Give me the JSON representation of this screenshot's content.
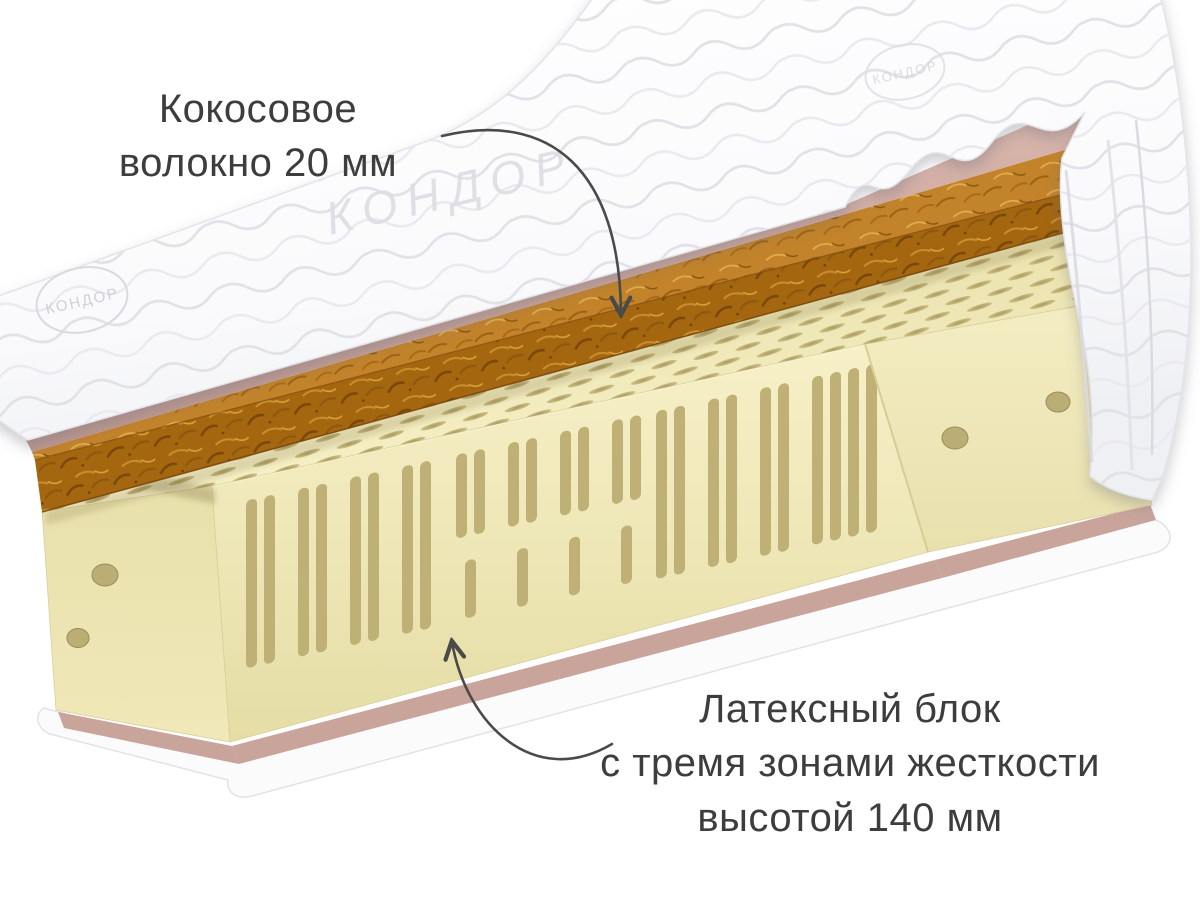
{
  "page": {
    "background": "#ffffff"
  },
  "annotations": {
    "coconut": {
      "line1": "Кокосовое",
      "line2": "волокно 20 мм"
    },
    "latex": {
      "line1": "Латексный блок",
      "line2": "с тремя зонами жесткости",
      "line3": "высотой 140 мм"
    }
  },
  "brand": {
    "watermark": "КОНДОР"
  },
  "colors": {
    "text": "#3d3d3d",
    "arrow": "#4a4a4a",
    "quilt_white": "#ffffff",
    "quilt_stitch": "#e2e2e9",
    "felt_pink": "#c8a49b",
    "coconut_front": "#a4660f",
    "coconut_top": "#c2832a",
    "latex_cream": "#f3ecc1",
    "latex_hole": "#bfb176",
    "base_white": "#fbfbfc"
  }
}
